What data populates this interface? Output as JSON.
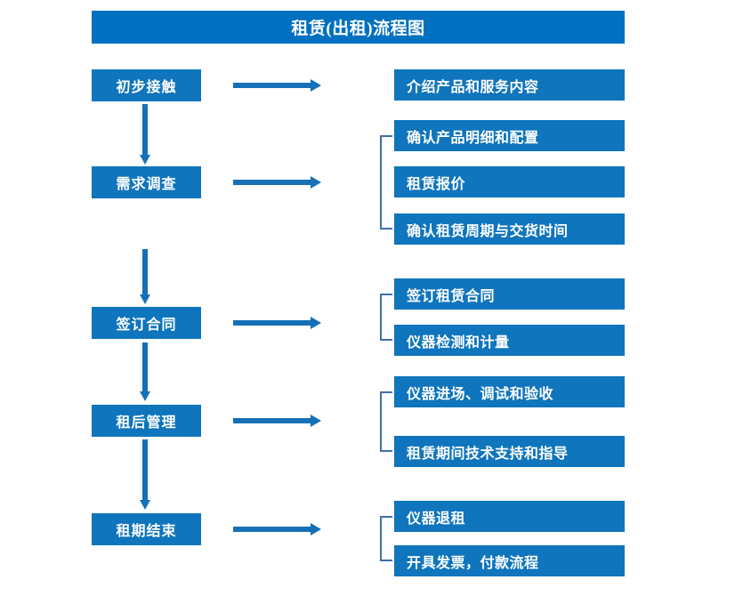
{
  "title": "租赁(出租)流程图",
  "colors": {
    "banner_blue": "#0070c0",
    "box_blue": "#0f75bd",
    "arrow_blue": "#1570b8",
    "bracket_blue": "#3f6fa8",
    "text_white": "#ffffff",
    "background": "#ffffff"
  },
  "stages": [
    {
      "label": "初步接触"
    },
    {
      "label": "需求调查"
    },
    {
      "label": "签订合同"
    },
    {
      "label": "租后管理"
    },
    {
      "label": "租期结束"
    }
  ],
  "details": [
    {
      "label": "介绍产品和服务内容"
    },
    {
      "label": "确认产品明细和配置"
    },
    {
      "label": "租赁报价"
    },
    {
      "label": "确认租赁周期与交货时间"
    },
    {
      "label": "签订租赁合同"
    },
    {
      "label": "仪器检测和计量"
    },
    {
      "label": "仪器进场、调试和验收"
    },
    {
      "label": "租赁期间技术支持和指导"
    },
    {
      "label": "仪器退租"
    },
    {
      "label": "开具发票，付款流程"
    }
  ],
  "groups": [
    {
      "stage": "需求调查",
      "members": [
        "确认产品明细和配置",
        "租赁报价",
        "确认租赁周期与交货时间"
      ]
    },
    {
      "stage": "签订合同",
      "members": [
        "签订租赁合同",
        "仪器检测和计量"
      ]
    },
    {
      "stage": "租后管理",
      "members": [
        "仪器进场、调试和验收",
        "租赁期间技术支持和指导"
      ]
    },
    {
      "stage": "租期结束",
      "members": [
        "仪器退租",
        "开具发票，付款流程"
      ]
    }
  ],
  "flow_arrows": {
    "vertical_count": 4,
    "horizontal_count": 5,
    "direction_vertical": "down",
    "direction_horizontal": "right"
  }
}
